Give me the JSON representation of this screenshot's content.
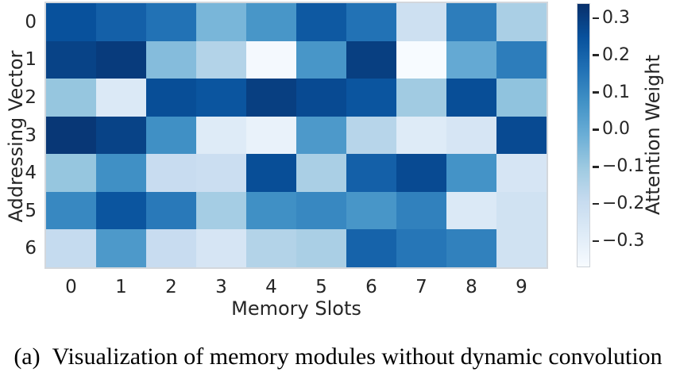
{
  "chart_data": {
    "type": "heatmap",
    "title": "",
    "xlabel": "Memory Slots",
    "ylabel": "Addressing Vector",
    "x_ticks": [
      "0",
      "1",
      "2",
      "3",
      "4",
      "5",
      "6",
      "7",
      "8",
      "9"
    ],
    "y_ticks": [
      "0",
      "1",
      "2",
      "3",
      "4",
      "5",
      "6"
    ],
    "values": [
      [
        0.25,
        0.21,
        0.16,
        -0.04,
        0.06,
        0.23,
        0.16,
        -0.22,
        0.13,
        -0.13
      ],
      [
        0.29,
        0.31,
        -0.06,
        -0.15,
        -0.36,
        0.06,
        0.3,
        -0.37,
        0.0,
        0.13
      ],
      [
        -0.09,
        -0.27,
        0.26,
        0.24,
        0.3,
        0.27,
        0.24,
        -0.11,
        0.26,
        -0.08
      ],
      [
        0.32,
        0.29,
        0.08,
        -0.28,
        -0.32,
        0.05,
        -0.16,
        -0.28,
        -0.25,
        0.27
      ],
      [
        -0.09,
        0.08,
        -0.2,
        -0.21,
        0.26,
        -0.13,
        0.21,
        0.27,
        0.07,
        -0.25
      ],
      [
        0.1,
        0.24,
        0.14,
        -0.12,
        0.08,
        0.1,
        0.06,
        0.12,
        -0.27,
        -0.23
      ],
      [
        -0.19,
        0.05,
        -0.2,
        -0.25,
        -0.15,
        -0.13,
        0.2,
        0.15,
        0.12,
        -0.23
      ]
    ],
    "vmin": -0.37,
    "vmax": 0.34,
    "colormap": "Blues",
    "colormap_stops": [
      "#f7fbff",
      "#deebf7",
      "#c6dbef",
      "#9ecae1",
      "#6baed6",
      "#4292c6",
      "#2171b5",
      "#08519c",
      "#08306b"
    ],
    "grid": false,
    "colorbar": {
      "label": "Attention Weight",
      "tick_values": [
        0.3,
        0.2,
        0.1,
        0.0,
        -0.1,
        -0.2,
        -0.3
      ],
      "tick_labels": [
        "0.3",
        "0.2",
        "0.1",
        "0.0",
        "−0.1",
        "−0.2",
        "−0.3"
      ]
    }
  },
  "caption": {
    "label": "(a)",
    "text": "Visualization of memory modules without dynamic convolution"
  }
}
